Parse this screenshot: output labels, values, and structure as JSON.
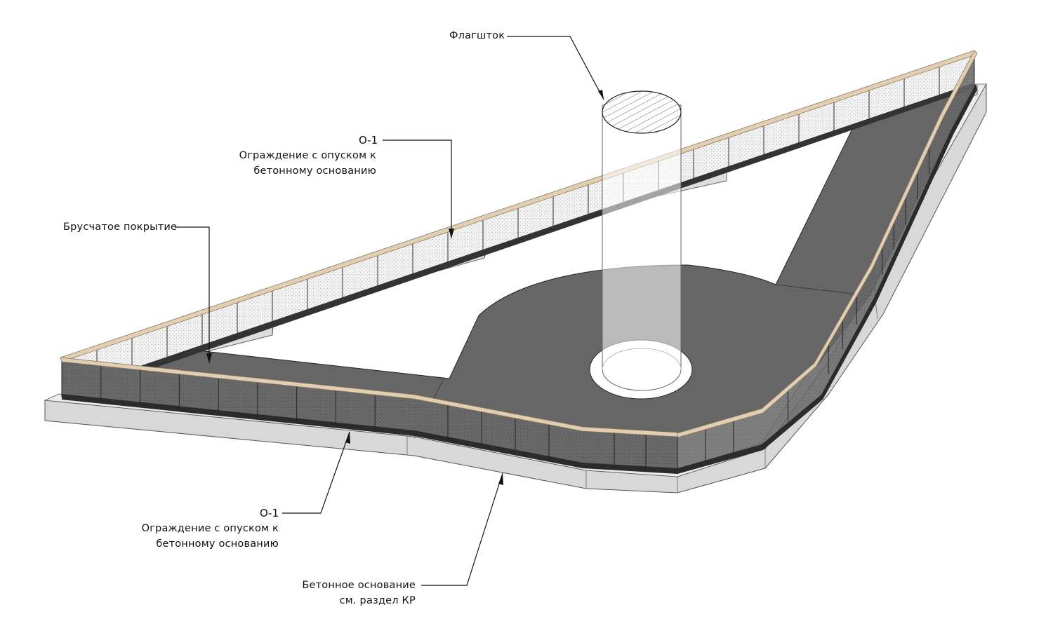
{
  "callouts": {
    "flagpole": {
      "text": "Флагшток"
    },
    "fence_top": {
      "code": "О-1",
      "line1": "Ограждение с опуском к",
      "line2": "бетонному основанию"
    },
    "paving": {
      "text": "Брусчатое покрытие"
    },
    "fence_bottom": {
      "code": "О-1",
      "line1": "Ограждение с опуском к",
      "line2": "бетонному основанию"
    },
    "base": {
      "line1": "Бетонное основание",
      "line2": "см. раздел КР"
    }
  },
  "colors": {
    "paving": "#636363",
    "concrete": "#dcdcdc",
    "railing": "#e2cfb2",
    "fence_mesh": "#eeeeee",
    "outline": "#1a1a1a"
  }
}
